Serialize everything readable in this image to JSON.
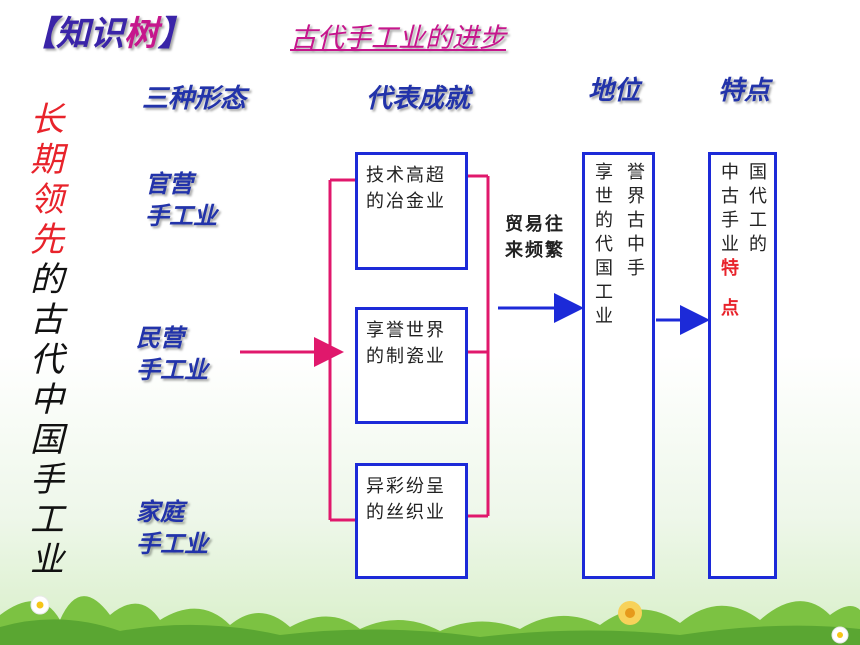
{
  "header": {
    "bracket_left": "【",
    "title_part1": "知识",
    "title_part2": "树",
    "bracket_right": "】"
  },
  "main_title": "古代手工业的进步",
  "columns": {
    "forms": "三种形态",
    "achievements": "代表成就",
    "status": "地位",
    "features": "特点"
  },
  "side_title": {
    "red_chars": [
      "长",
      "期",
      "领",
      "先"
    ],
    "black_chars": [
      "的",
      "古",
      "代",
      "中",
      "国",
      "手",
      "工",
      "业"
    ]
  },
  "forms": [
    {
      "line1": "官营",
      "line2": "手工业"
    },
    {
      "line1": "民营",
      "line2": "手工业"
    },
    {
      "line1": "家庭",
      "line2": "手工业"
    }
  ],
  "achievements": [
    {
      "text": "技术高超的冶金业"
    },
    {
      "text": "享誉世界的制瓷业"
    },
    {
      "text": "异彩纷呈的丝织业"
    }
  ],
  "trade_label": "贸易往来频繁",
  "status_box": {
    "col_right": [
      "誉",
      "界",
      "古",
      "中",
      "手"
    ],
    "col_left": [
      "享",
      "世",
      "的",
      "代",
      "国",
      "工",
      "业"
    ]
  },
  "features_box": {
    "col_right": [
      "国",
      "代",
      "工",
      "的"
    ],
    "col_left": [
      "中",
      "古",
      "手",
      "业"
    ],
    "red_chars": [
      "特",
      "点"
    ]
  },
  "colors": {
    "box_border": "#1c2ad8",
    "connector": "#e0186c",
    "arrow_blue": "#1c2ad8",
    "heading": "#2233aa",
    "accent_red": "#e8232b"
  }
}
